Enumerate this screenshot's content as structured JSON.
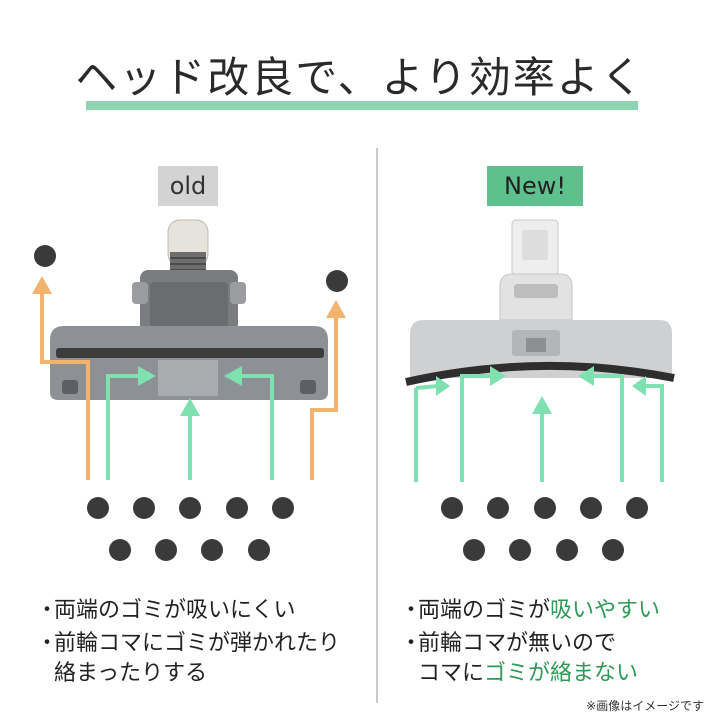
{
  "title": "ヘッド改良で、より効率よく",
  "left": {
    "badge": "old",
    "notes": [
      {
        "bullet": "・",
        "text": "両端のゴミが吸いにくい"
      },
      {
        "bullet": "・",
        "line1": "前輪コマにゴミが弾かれたり",
        "line2": "絡まったりする"
      }
    ]
  },
  "right": {
    "badge": "New!",
    "notes": [
      {
        "bullet": "・",
        "text_plain": "両端のゴミが",
        "text_hl": "吸いやすい"
      },
      {
        "bullet": "・",
        "line1": "前輪コマが無いので",
        "line2_plain_a": "コマに",
        "line2_hl": "ゴミが絡まない"
      }
    ]
  },
  "footnote": "※画像はイメージです",
  "colors": {
    "accent_green": "#5ec08d",
    "arrow_green": "#7fe0b0",
    "arrow_orange": "#f2b36e",
    "dust": "#3a3a3a",
    "title_bar": "#8fd4b0"
  }
}
